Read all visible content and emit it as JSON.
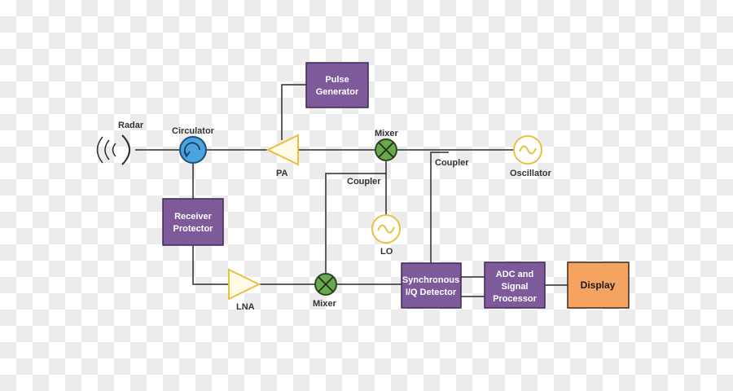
{
  "colors": {
    "block_fill": "#7e5a9b",
    "block_border": "#3f2b52",
    "display_fill": "#f4a460",
    "display_border": "#3d2a1a",
    "amplifier": "#f2d15c",
    "mixer_fill": "#6aa84f",
    "circulator_fill": "#4aa3df",
    "wire": "#2b2b2b"
  },
  "blocks": {
    "pulse_generator": [
      "Pulse",
      "Generator"
    ],
    "receiver_protector": [
      "Receiver",
      "Protector"
    ],
    "sync_detector": [
      "Synchronous",
      "I/Q Detector"
    ],
    "adc": [
      "ADC and",
      "Signal",
      "Processor"
    ],
    "display": "Display"
  },
  "labels": {
    "radar": "Radar",
    "circulator": "Circulator",
    "pa": "PA",
    "mixer_top": "Mixer",
    "coupler_left": "Coupler",
    "coupler_right": "Coupler",
    "oscillator": "Oscillator",
    "lo": "LO",
    "lna": "LNA",
    "mixer_bottom": "Mixer"
  },
  "icons": {
    "antenna": "radar-antenna-icon",
    "circulator": "circulator-icon",
    "mixer": "mixer-x-icon",
    "source": "sine-wave-source-icon",
    "amplifier": "triangle-amplifier-icon"
  }
}
